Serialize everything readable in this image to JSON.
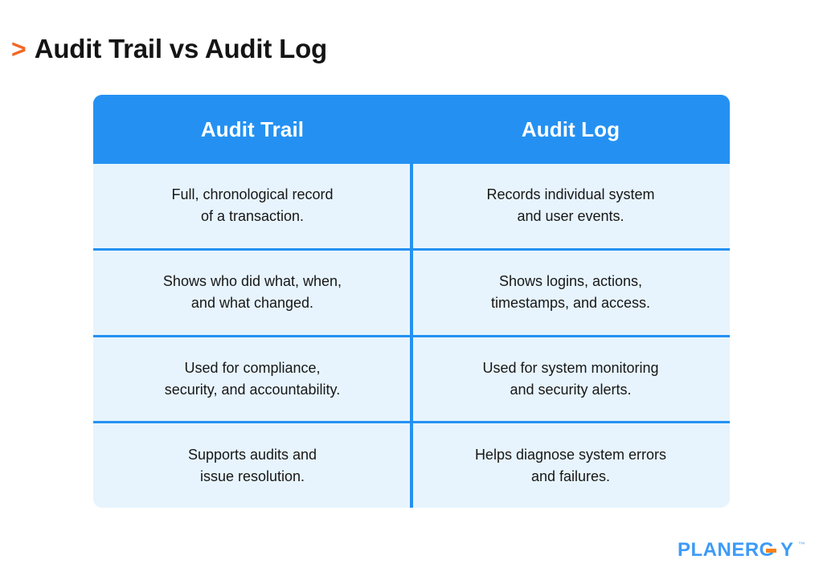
{
  "title": {
    "chevron": ">",
    "text": "Audit Trail vs Audit Log"
  },
  "table": {
    "columns": [
      {
        "header": "Audit Trail"
      },
      {
        "header": "Audit Log"
      }
    ],
    "rows": [
      {
        "left": {
          "line1": "Full, chronological record",
          "line2": "of a transaction."
        },
        "right": {
          "line1": "Records individual system",
          "line2": "and user events."
        }
      },
      {
        "left": {
          "line1": "Shows who did what, when,",
          "line2": "and what changed."
        },
        "right": {
          "line1": "Shows logins, actions,",
          "line2": "timestamps, and access."
        }
      },
      {
        "left": {
          "line1": "Used for compliance,",
          "line2": "security, and accountability."
        },
        "right": {
          "line1": "Used for system monitoring",
          "line2": "and security alerts."
        }
      },
      {
        "left": {
          "line1": "Supports audits and",
          "line2": "issue resolution."
        },
        "right": {
          "line1": "Helps diagnose system errors",
          "line2": "and failures."
        }
      }
    ]
  },
  "logo": {
    "text": "PLANERGY",
    "trademark": "™"
  },
  "colors": {
    "accent_blue": "#2491F2",
    "row_background": "#E7F4FD",
    "accent_orange": "#F26722",
    "title_text": "#141414",
    "body_text": "#171717",
    "header_text": "#FFFFFF",
    "logo_blue": "#3D9BF7",
    "logo_orange": "#F58220",
    "page_background": "#FFFFFF"
  }
}
